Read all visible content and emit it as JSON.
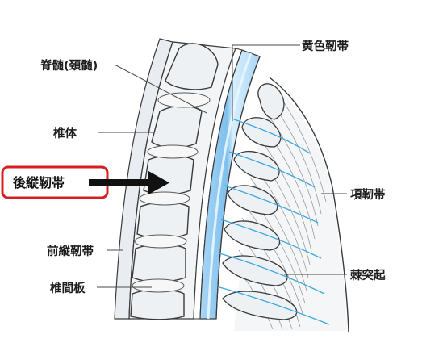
{
  "labels": {
    "spinal_cord": "脊髄(頚髄)",
    "vertebral_body": "椎体",
    "posterior_longitudinal_ligament": "後縦靭帯",
    "anterior_longitudinal_ligament": "前縦靭帯",
    "intervertebral_disc": "椎間板",
    "ligamentum_flavum": "黄色靭帯",
    "nuchal_ligament": "項靭帯",
    "spinous_process": "棘突起"
  },
  "colors": {
    "highlight_box": "#d42020",
    "arrow": "#111111",
    "spinal_cord": "#9fd0f2",
    "spinal_cord_core": "#cfe9fb",
    "ligament_line": "#3aa7e0",
    "outline": "#3a3a3a"
  }
}
